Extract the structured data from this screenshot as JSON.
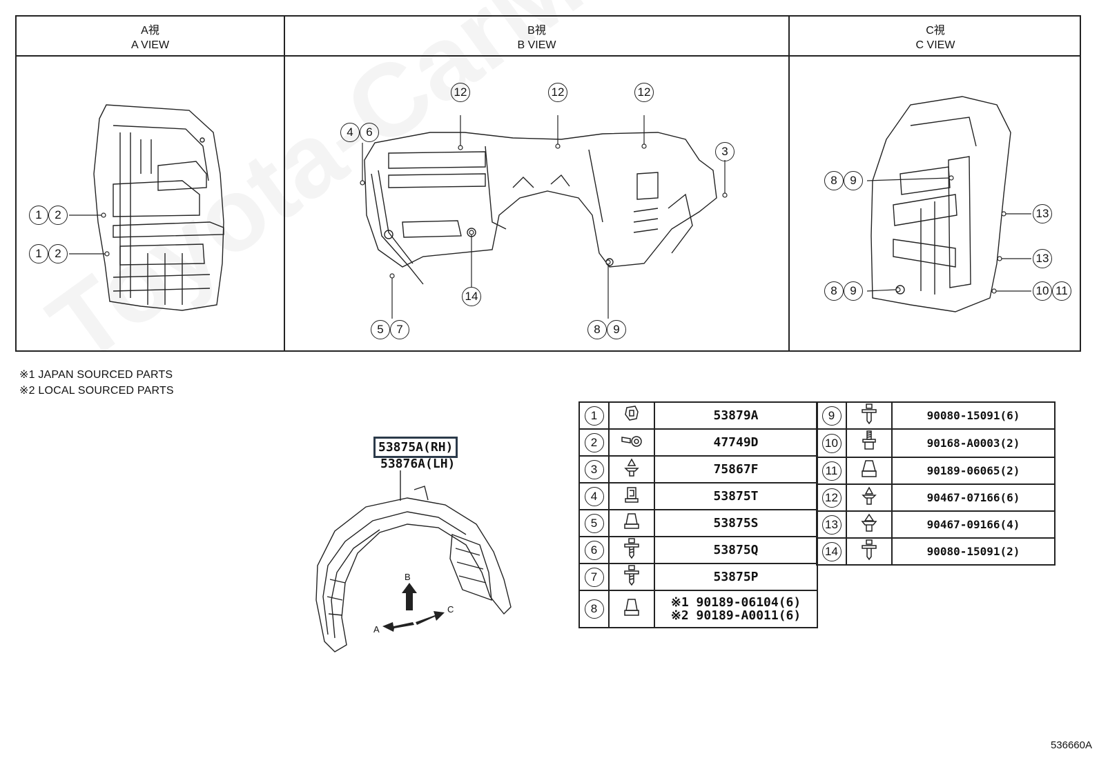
{
  "views": [
    {
      "jp": "A視",
      "en": "A VIEW"
    },
    {
      "jp": "B視",
      "en": "B VIEW"
    },
    {
      "jp": "C視",
      "en": "C VIEW"
    }
  ],
  "callouts": {
    "a": [
      [
        "1",
        "2"
      ],
      [
        "1",
        "2"
      ]
    ],
    "b_top": [
      "12",
      "12",
      "12"
    ],
    "b_46": [
      "4",
      "6"
    ],
    "b_3": "3",
    "b_14": "14",
    "b_57": [
      "5",
      "7"
    ],
    "b_89": [
      "8",
      "9"
    ],
    "c_89_top": [
      "8",
      "9"
    ],
    "c_89_bot": [
      "8",
      "9"
    ],
    "c_13a": "13",
    "c_13b": "13",
    "c_1011": [
      "10",
      "11"
    ]
  },
  "notes": [
    "※1 JAPAN SOURCED PARTS",
    "※2 LOCAL SOURCED PARTS"
  ],
  "assembly": {
    "rh": "53875A(RH)",
    "lh": "53876A(LH)",
    "arrows": {
      "a": "A",
      "b": "B",
      "c": "C"
    }
  },
  "parts_left": [
    {
      "no": "1",
      "icon": "clip-icon",
      "pn": "53879A"
    },
    {
      "no": "2",
      "icon": "grommet-clip-icon",
      "pn": "47749D"
    },
    {
      "no": "3",
      "icon": "push-clip-icon",
      "pn": "75867F"
    },
    {
      "no": "4",
      "icon": "nut-clip-icon",
      "pn": "53875T"
    },
    {
      "no": "5",
      "icon": "nut-icon",
      "pn": "53875S"
    },
    {
      "no": "6",
      "icon": "screw-icon",
      "pn": "53875Q"
    },
    {
      "no": "7",
      "icon": "screw-icon",
      "pn": "53875P"
    },
    {
      "no": "8",
      "icon": "nut-icon",
      "pn1_mark": "※1",
      "pn1": "90189-06104(6)",
      "pn2_mark": "※2",
      "pn2": "90189-A0011(6)"
    }
  ],
  "parts_right": [
    {
      "no": "9",
      "icon": "screw-icon",
      "pn": "90080-15091(6)"
    },
    {
      "no": "10",
      "icon": "bolt-icon",
      "pn": "90168-A0003(2)"
    },
    {
      "no": "11",
      "icon": "nut-icon",
      "pn": "90189-06065(2)"
    },
    {
      "no": "12",
      "icon": "push-clip-icon",
      "pn": "90467-07166(6)"
    },
    {
      "no": "13",
      "icon": "push-clip-icon",
      "pn": "90467-09166(4)"
    },
    {
      "no": "14",
      "icon": "screw-icon",
      "pn": "90080-15091(2)"
    }
  ],
  "watermark": "Toyota-CarMine.ru",
  "figure_number": "536660A"
}
